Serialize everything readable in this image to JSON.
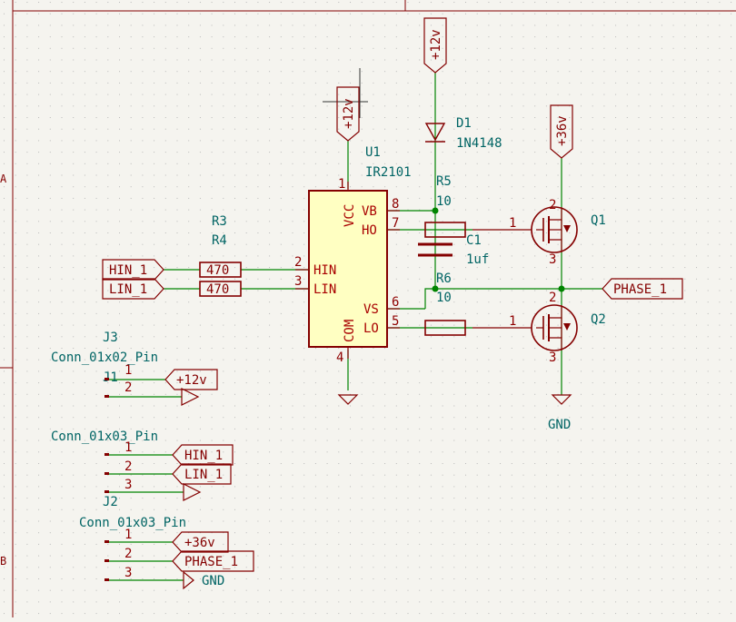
{
  "border": {
    "row_a": "A",
    "row_b": "B"
  },
  "u1": {
    "ref": "U1",
    "value": "IR2101",
    "pins": {
      "vcc": "VCC",
      "vb": "VB",
      "ho": "HO",
      "hin": "HIN",
      "lin": "LIN",
      "vs": "VS",
      "com": "COM",
      "lo": "LO"
    },
    "pin_numbers": {
      "vcc": "1",
      "vb": "8",
      "ho": "7",
      "hin": "2",
      "lin": "3",
      "vs": "6",
      "lo": "5",
      "com": "4"
    }
  },
  "d1": {
    "ref": "D1",
    "value": "1N4148"
  },
  "r5": {
    "ref": "R5",
    "value": "10"
  },
  "r6": {
    "ref": "R6",
    "value": "10"
  },
  "r3": {
    "ref": "R3",
    "value": "470"
  },
  "r4": {
    "ref": "R4",
    "value": "470"
  },
  "c1": {
    "ref": "C1",
    "value": "1uf"
  },
  "q1": {
    "ref": "Q1",
    "pins": {
      "gate": "1",
      "drain": "2",
      "source": "3"
    }
  },
  "q2": {
    "ref": "Q2",
    "pins": {
      "gate": "1",
      "drain": "2",
      "source": "3"
    }
  },
  "power": {
    "p12v": "+12v",
    "p36v": "+36v",
    "gnd": "GND"
  },
  "labels": {
    "hin": "HIN_1",
    "lin": "LIN_1",
    "phase": "PHASE_1",
    "p12v": "+12v",
    "p36v": "+36v",
    "gnd": "GND"
  },
  "j3": {
    "ref": "J3",
    "value": "Conn_01x02_Pin",
    "overlap_ref": "J1",
    "pins": [
      "1",
      "2"
    ]
  },
  "j1": {
    "value": "Conn_01x03_Pin",
    "pins": [
      "1",
      "2",
      "3"
    ]
  },
  "j2": {
    "ref": "J2",
    "value": "Conn_01x03_Pin",
    "pins": [
      "1",
      "2",
      "3"
    ]
  },
  "colors": {
    "background": "#f5f4ef",
    "wire": "#008400",
    "body_stroke": "#840000",
    "body_fill": "#ffffc2",
    "pin": "#a90000",
    "power": "#840000",
    "ref_text": "#006464",
    "junction": "#008400"
  }
}
